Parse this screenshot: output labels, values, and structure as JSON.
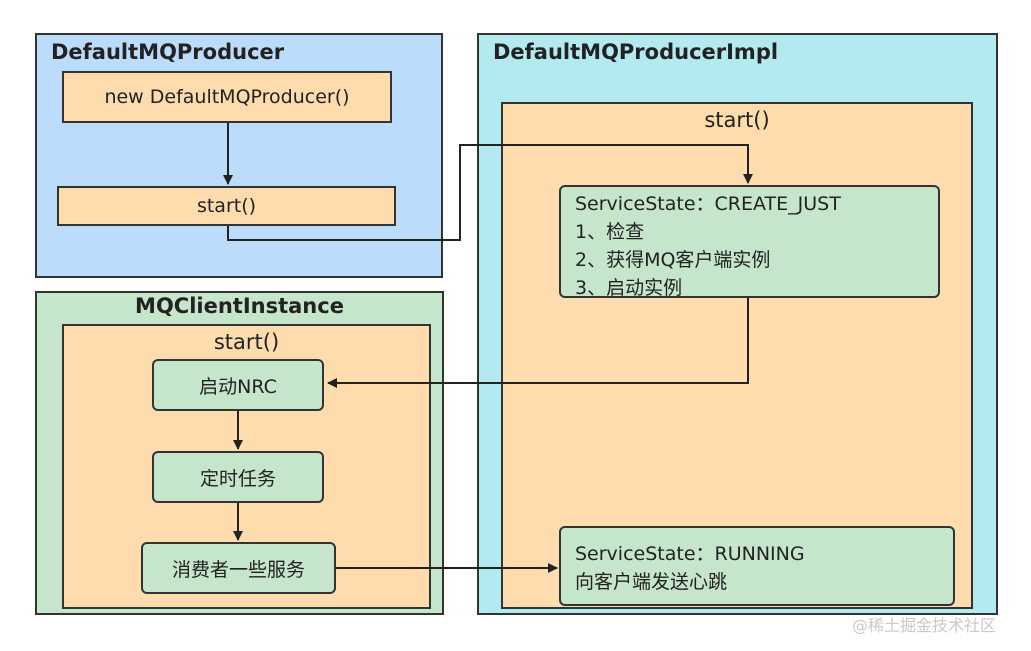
{
  "producer": {
    "title": "DefaultMQProducer",
    "new_label": "new DefaultMQProducer()",
    "start_label": "start()"
  },
  "impl": {
    "title": "DefaultMQProducerImpl",
    "start_label": "start()",
    "create_state": {
      "state": "ServiceState：CREATE_JUST",
      "steps": [
        "1、检查",
        "2、获得MQ客户端实例",
        "3、启动实例"
      ]
    },
    "running_state": {
      "state": "ServiceState：RUNNING",
      "note": "向客户端发送心跳"
    }
  },
  "client": {
    "title": "MQClientInstance",
    "start_label": "start()",
    "steps": [
      "启动NRC",
      "定时任务",
      "消费者一些服务"
    ]
  },
  "watermark": "@稀土掘金技术社区"
}
